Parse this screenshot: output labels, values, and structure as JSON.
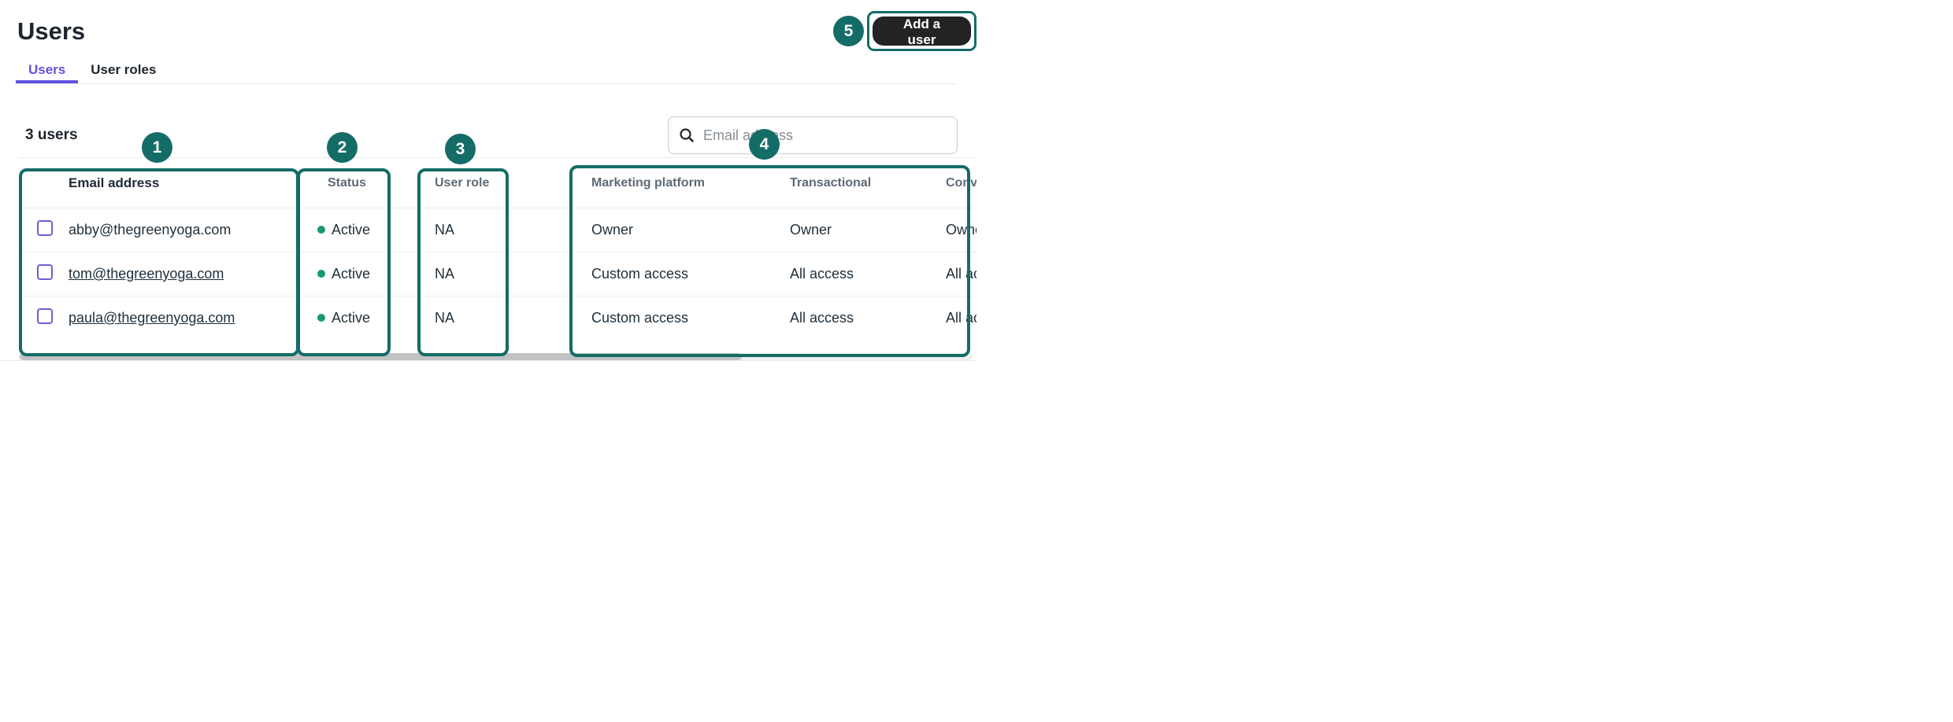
{
  "page": {
    "title": "Users"
  },
  "tabs": [
    {
      "label": "Users",
      "active": true
    },
    {
      "label": "User roles",
      "active": false
    }
  ],
  "toolbar": {
    "user_count": "3 users",
    "search_placeholder": "Email address",
    "add_user_label": "Add a user"
  },
  "table": {
    "columns": [
      "Email address",
      "Status",
      "User role",
      "Marketing platform",
      "Transactional",
      "Conversations"
    ],
    "rows": [
      {
        "email": "abby@thegreenyoga.com",
        "email_link": false,
        "status": "Active",
        "user_role": "NA",
        "marketing_platform": "Owner",
        "transactional": "Owner",
        "conversations": "Owner"
      },
      {
        "email": "tom@thegreenyoga.com",
        "email_link": true,
        "status": "Active",
        "user_role": "NA",
        "marketing_platform": "Custom access",
        "transactional": "All access",
        "conversations": "All access"
      },
      {
        "email": "paula@thegreenyoga.com",
        "email_link": true,
        "status": "Active",
        "user_role": "NA",
        "marketing_platform": "Custom access",
        "transactional": "All access",
        "conversations": "All access"
      }
    ]
  },
  "annotations": {
    "badges": [
      "1",
      "2",
      "3",
      "4",
      "5"
    ],
    "accent_color": "#146c67"
  },
  "colors": {
    "annotation_teal": "#146c67",
    "tab_purple": "#6352e0",
    "checkbox_purple": "#6c5fd4",
    "status_green": "#159a6c",
    "button_black": "#222325"
  }
}
